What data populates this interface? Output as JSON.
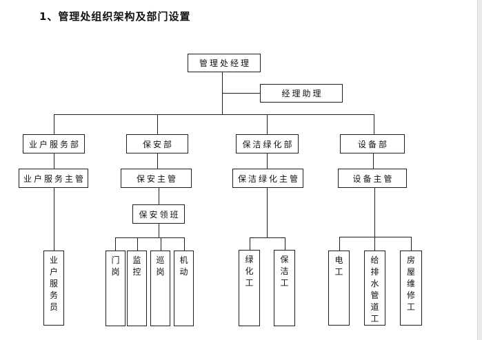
{
  "page_title": "1、管理处组织架构及部门设置",
  "org_chart": {
    "manager": {
      "label": "管理处经理"
    },
    "assistant": {
      "label": "经理助理"
    },
    "departments": [
      {
        "label": "业户服务部",
        "supervisor": "业户服务主管",
        "staff": [
          "业户服务员"
        ]
      },
      {
        "label": "保安部",
        "supervisor": "保安主管",
        "foreman": "保安领班",
        "staff": [
          "门岗",
          "监控",
          "巡岗",
          "机动"
        ]
      },
      {
        "label": "保洁绿化部",
        "supervisor": "保洁绿化主管",
        "staff": [
          "绿化工",
          "保洁工"
        ]
      },
      {
        "label": "设备部",
        "supervisor": "设备主管",
        "staff": [
          "电工",
          "给排水管道工",
          "房屋维修工"
        ]
      }
    ]
  },
  "colors": {
    "line-color": "#1a1a1a",
    "box-border-color": "#1a1a1a",
    "text-color": "#111111",
    "page-edge-color": "#e9e9e9"
  }
}
